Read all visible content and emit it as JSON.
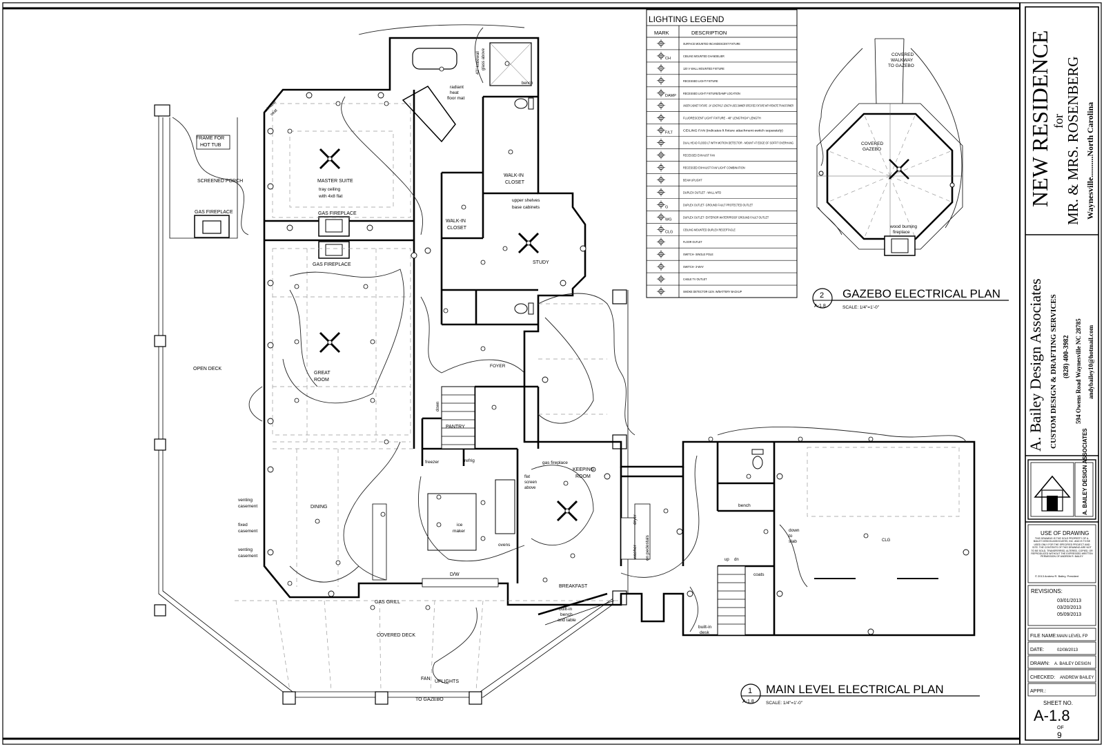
{
  "main_plan": {
    "title": "MAIN LEVEL ELECTRICAL PLAN",
    "number": "1",
    "sheet_ref": "A-1.8",
    "scale": "SCALE: 1/4\"=1'-0\""
  },
  "gazebo_plan": {
    "title": "GAZEBO ELECTRICAL PLAN",
    "number": "2",
    "sheet_ref": "A-1.8",
    "scale": "SCALE: 1/4\"=1'-0\"",
    "labels": {
      "walkway": [
        "COVERED",
        "WALKWAY",
        "TO GAZEBO"
      ],
      "gazebo": [
        "COVERED",
        "GAZEBO"
      ],
      "fireplace": [
        "wood burning",
        "fireplace"
      ]
    }
  },
  "legend": {
    "title": "LIGHTING LEGEND",
    "col_mark": "MARK",
    "col_desc": "DESCRIPTION",
    "rows": [
      {
        "mark": "",
        "desc": "SURFACE MOUNTED INCANDESCENT FIXTURE"
      },
      {
        "mark": "CH",
        "desc": "CEILING MOUNTED CHANDELIER"
      },
      {
        "mark": "",
        "desc": "120 V WALL MOUNTED FIXTURE"
      },
      {
        "mark": "",
        "desc": "RECESSED LIGHT FIXTURE"
      },
      {
        "mark": "DAMP",
        "desc": "RECESSED LIGHT FIXTURE/DAMP LOCATION"
      },
      {
        "mark": "",
        "desc": "UNDER CABINET FIXTURE - 24\" LENGTH/12\" LENGTH USES DIMMER SPECIFIED FIXTURE WITH REMOTE TRANSFORMER"
      },
      {
        "mark": "",
        "desc": "FLUORESCENT LIGHT FIXTURE - 48\" LENGTH/24\" LENGTH"
      },
      {
        "mark": "F/LT",
        "desc": "CEILING FAN (indicates lt fixture attachment-switch separately)"
      },
      {
        "mark": "",
        "desc": "DUAL HEAD FLOOD LT WITH MOTION DETECTOR - MOUNT AT EDGE OF SOFFIT OVERHANG"
      },
      {
        "mark": "",
        "desc": "RECESSED EXHAUST FAN"
      },
      {
        "mark": "",
        "desc": "RECESSED EXHAUST FAN/ LIGHT COMBINATION"
      },
      {
        "mark": "",
        "desc": "BEAM UPLIGHT"
      },
      {
        "mark": "",
        "desc": "DUPLEX OUTLET - WALL MTD"
      },
      {
        "mark": "G",
        "desc": "DUPLEX OUTLET- GROUND FAULT PROTECTED OUTLET"
      },
      {
        "mark": "WG",
        "desc": "DUPLEX OUTLET- EXTERIOR WATERPROOF GROUND FAULT OUTLET"
      },
      {
        "mark": "CLG",
        "desc": "CEILING MOUNTED DUPLEX RECEPTACLE"
      },
      {
        "mark": "",
        "desc": "FLOOR OUTLET"
      },
      {
        "mark": "",
        "desc": "SWITCH- SINGLE POLE"
      },
      {
        "mark": "",
        "desc": "SWITCH- 3-WAY"
      },
      {
        "mark": "",
        "desc": "CABLE TV OUTLET"
      },
      {
        "mark": "",
        "desc": "SMOKE DETECTOR-110V. W/BATTERY BACKUP"
      }
    ]
  },
  "title_block": {
    "project": "NEW RESIDENCE",
    "for": "for",
    "client": "MR. & MRS. ROSENBERG",
    "location": "Waynesville..........North Carolina",
    "firm": "A. Bailey Design Associates",
    "firm_tagline": "CUSTOM DESIGN & DRAFTING SERVICES",
    "phone": "(828) 400-3982",
    "address": "594 Owens Road  Waynesville  NC  28785",
    "email": "andybailey10@hotmail.com",
    "logo_text": "A. BAILEY DESIGN ASSOCIATES",
    "use_title": "USE OF DRAWING",
    "use_text": "THIS DRAWING IS THE SOLE PROPERTY OF A. BAILEY DESIGN ASSOCIATES, INC. AND IS TO BE USED ONLY FOR THE SPECIFIED PROJECT AND SITE. THE CONTENTS OF THIS DRAWING ARE NOT TO BE SOLD, TRANSFERRED, ALTERED, COPIED, OR REPRODUCED WITHOUT THE EXPRESSED WRITTEN PERMISSION OF ANDREW R. BAILEY",
    "copyright": "© 2013 Andrew R. Bailey, President",
    "revisions_label": "REVISIONS:",
    "revisions": [
      "03/01/2013",
      "03/20/2013",
      "05/09/2013"
    ],
    "file_label": "FILE NAME:",
    "file_value": "MAIN LEVEL FP",
    "date_label": "DATE:",
    "date_value": "02/08/2013",
    "drawn_label": "DRAWN:",
    "drawn_value": "A. BAILEY DESIGN",
    "checked_label": "CHECKED:",
    "checked_value": "ANDREW BAILEY",
    "appr_label": "APPR.:",
    "sheet_label": "SHEET NO.",
    "sheet_no": "A-1.8",
    "of": "OF",
    "total": "9"
  },
  "rooms": {
    "screened_porch": "SCREENED PORCH",
    "frame": [
      "FRAME FOR",
      "HOT TUB"
    ],
    "gas_fp": "GAS FIREPLACE",
    "gas_fp2": "GAS FIREPLACE",
    "gas_fp3": "GAS FIREPLACE",
    "master": [
      "MASTER SUITE",
      "tray ceiling",
      "with 4x8 flat"
    ],
    "open_deck": "OPEN DECK",
    "great_room": [
      "GREAT",
      "ROOM"
    ],
    "dining": "DINING",
    "venting1": [
      "venting",
      "casement"
    ],
    "fixed": [
      "fixed",
      "casement"
    ],
    "venting2": [
      "venting",
      "casement"
    ],
    "covered_deck": "COVERED DECK",
    "gas_grill": "GAS GRILL",
    "fan": "FAN",
    "uplights": "UPLIGHTS",
    "to_gazebo": "TO GAZEBO",
    "radiant": [
      "radiant",
      "heat",
      "floor mat"
    ],
    "kneewall": [
      "42\" kneewall",
      "glass above"
    ],
    "bench": "bench",
    "window_seat": [
      "window",
      "seat"
    ],
    "walkin1": [
      "WALK-IN",
      "CLOSET"
    ],
    "walkin2": [
      "WALK-IN",
      "CLOSET"
    ],
    "upper": [
      "upper shelves",
      "base cabinets"
    ],
    "study": "STUDY",
    "foyer": "FOYER",
    "pantry": "PANTRY",
    "freezer": "freezer",
    "refrig": "refrig",
    "down": "down",
    "gas_fireplace_lc": "gas fireplace",
    "flat_screen": [
      "flat",
      "screen",
      "above"
    ],
    "keeping_room": [
      "KEEPING",
      "ROOM"
    ],
    "ice_maker": [
      "ice",
      "maker"
    ],
    "oven": "ovens",
    "dw": "D/W",
    "breakfast": "BREAKFAST",
    "builtin_bench": [
      "built-in",
      "bench",
      "and table"
    ],
    "dryer": "dryer",
    "washer": "washer",
    "pedestals": "on pedestals",
    "bench2": "bench",
    "down_slab": [
      "down",
      "to",
      "slab"
    ],
    "coats": "coats",
    "builtin_desk": [
      "built-in",
      "desk"
    ],
    "up": "up",
    "dn": "dn",
    "clg": "CLG"
  }
}
